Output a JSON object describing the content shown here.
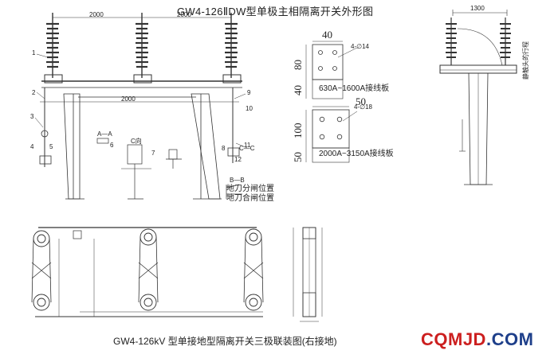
{
  "titles": {
    "top": "GW4-126ⅡDW型单极主相隔离开关外形图",
    "bottom": "GW4-126kV 型单接地型隔离开关三极联装图(右接地)"
  },
  "plates": {
    "small": {
      "label": "630A~1600A接线板",
      "dim_top": "40",
      "dim_side_a": "80",
      "dim_side_b": "40",
      "hole_note": "4-∅14"
    },
    "large": {
      "label": "2000A~3150A接线板",
      "dim_top": "50",
      "dim_side_a": "100",
      "dim_side_b": "50",
      "hole_note": "4-∅18"
    }
  },
  "legend": {
    "open": "地刀分闸位置",
    "closed": "地刀合闸位置"
  },
  "side_view": {
    "dim_top": "1300",
    "vertical_note": "静触头的行程"
  },
  "front_view": {
    "dim_span_left": "2000",
    "dim_span_right": "2000",
    "dim_center": "2000",
    "section_c": "C向",
    "section_aa": "A—A",
    "section_cc": "C—C",
    "section_bb": "B—B",
    "callouts": [
      "1",
      "2",
      "3",
      "4",
      "5",
      "6",
      "7",
      "8",
      "9",
      "10",
      "11",
      "12"
    ]
  },
  "watermark": {
    "part_a": "CQMJD",
    "part_b": ".COM",
    "color_a": "#cc1f1f",
    "color_b": "#1e3f8a"
  }
}
